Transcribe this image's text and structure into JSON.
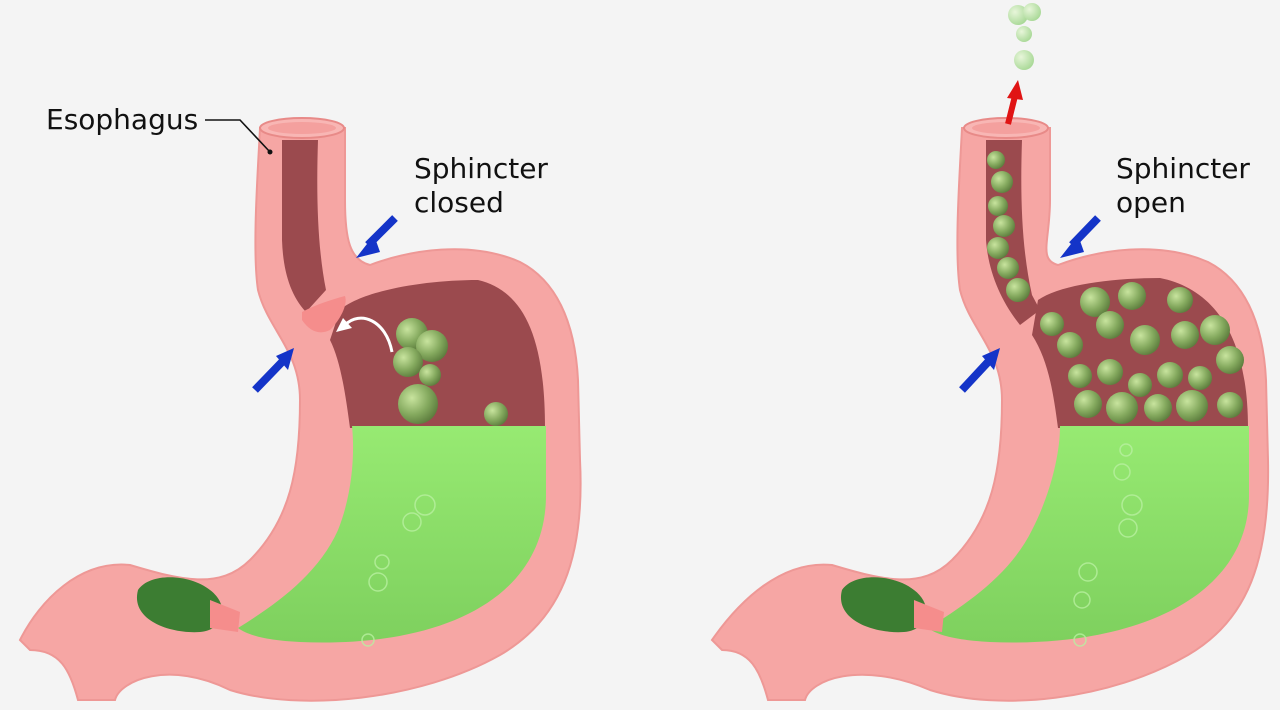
{
  "labels": {
    "esophagus": "Esophagus"
  },
  "panels": [
    {
      "state_line1": "Sphincter",
      "state_line2": "closed"
    },
    {
      "state_line1": "Sphincter",
      "state_line2": "open"
    }
  ],
  "colors": {
    "wall": "#f6a6a4",
    "wall_inner_edge": "#e88a88",
    "gas_cavity": "#9b4a4e",
    "acid": "#8de06a",
    "bubble": "#7fa55b",
    "bubble_highlight": "#c4e09a",
    "arrow_blue": "#1434c8",
    "arrow_red": "#e01414",
    "pylorus_cavity": "#3c7d32",
    "background": "#f4f4f4"
  }
}
